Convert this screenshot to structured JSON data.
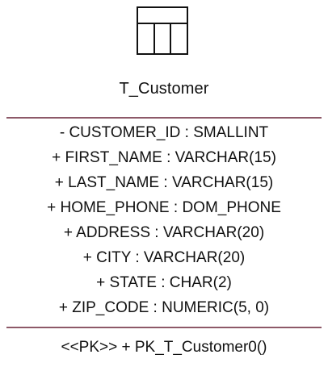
{
  "entity": {
    "icon": "database-table-icon",
    "name": "T_Customer",
    "attributes": [
      "- CUSTOMER_ID : SMALLINT",
      "+ FIRST_NAME : VARCHAR(15)",
      "+ LAST_NAME : VARCHAR(15)",
      "+ HOME_PHONE : DOM_PHONE",
      "+ ADDRESS : VARCHAR(20)",
      "+ CITY : VARCHAR(20)",
      "+ STATE : CHAR(2)",
      "+ ZIP_CODE : NUMERIC(5, 0)"
    ],
    "operations": [
      "<<PK>> + PK_T_Customer0()"
    ]
  },
  "colors": {
    "divider": "#8d5968",
    "text": "#111111",
    "background": "#ffffff"
  }
}
